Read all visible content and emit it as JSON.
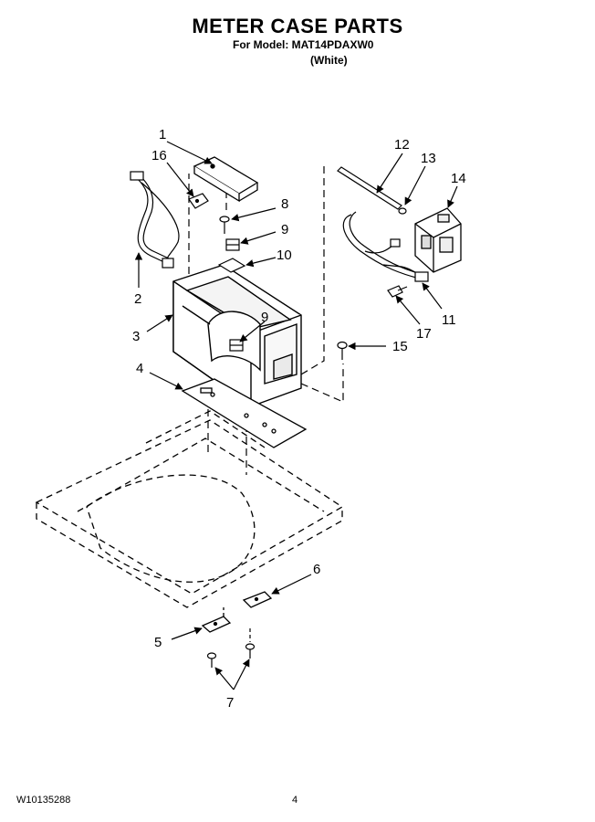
{
  "header": {
    "title": "METER CASE PARTS",
    "model_line": "For Model: MAT14PDAXW0",
    "variant": "(White)"
  },
  "callouts": [
    {
      "id": "1",
      "label": "1"
    },
    {
      "id": "16",
      "label": "16"
    },
    {
      "id": "2",
      "label": "2"
    },
    {
      "id": "3",
      "label": "3"
    },
    {
      "id": "4",
      "label": "4"
    },
    {
      "id": "8",
      "label": "8"
    },
    {
      "id": "9a",
      "label": "9"
    },
    {
      "id": "10",
      "label": "10"
    },
    {
      "id": "9b",
      "label": "9"
    },
    {
      "id": "12",
      "label": "12"
    },
    {
      "id": "13",
      "label": "13"
    },
    {
      "id": "14",
      "label": "14"
    },
    {
      "id": "11",
      "label": "11"
    },
    {
      "id": "17",
      "label": "17"
    },
    {
      "id": "15",
      "label": "15"
    },
    {
      "id": "6",
      "label": "6"
    },
    {
      "id": "5",
      "label": "5"
    },
    {
      "id": "7",
      "label": "7"
    }
  ],
  "footer": {
    "doc_number": "W10135288",
    "page": "4"
  }
}
